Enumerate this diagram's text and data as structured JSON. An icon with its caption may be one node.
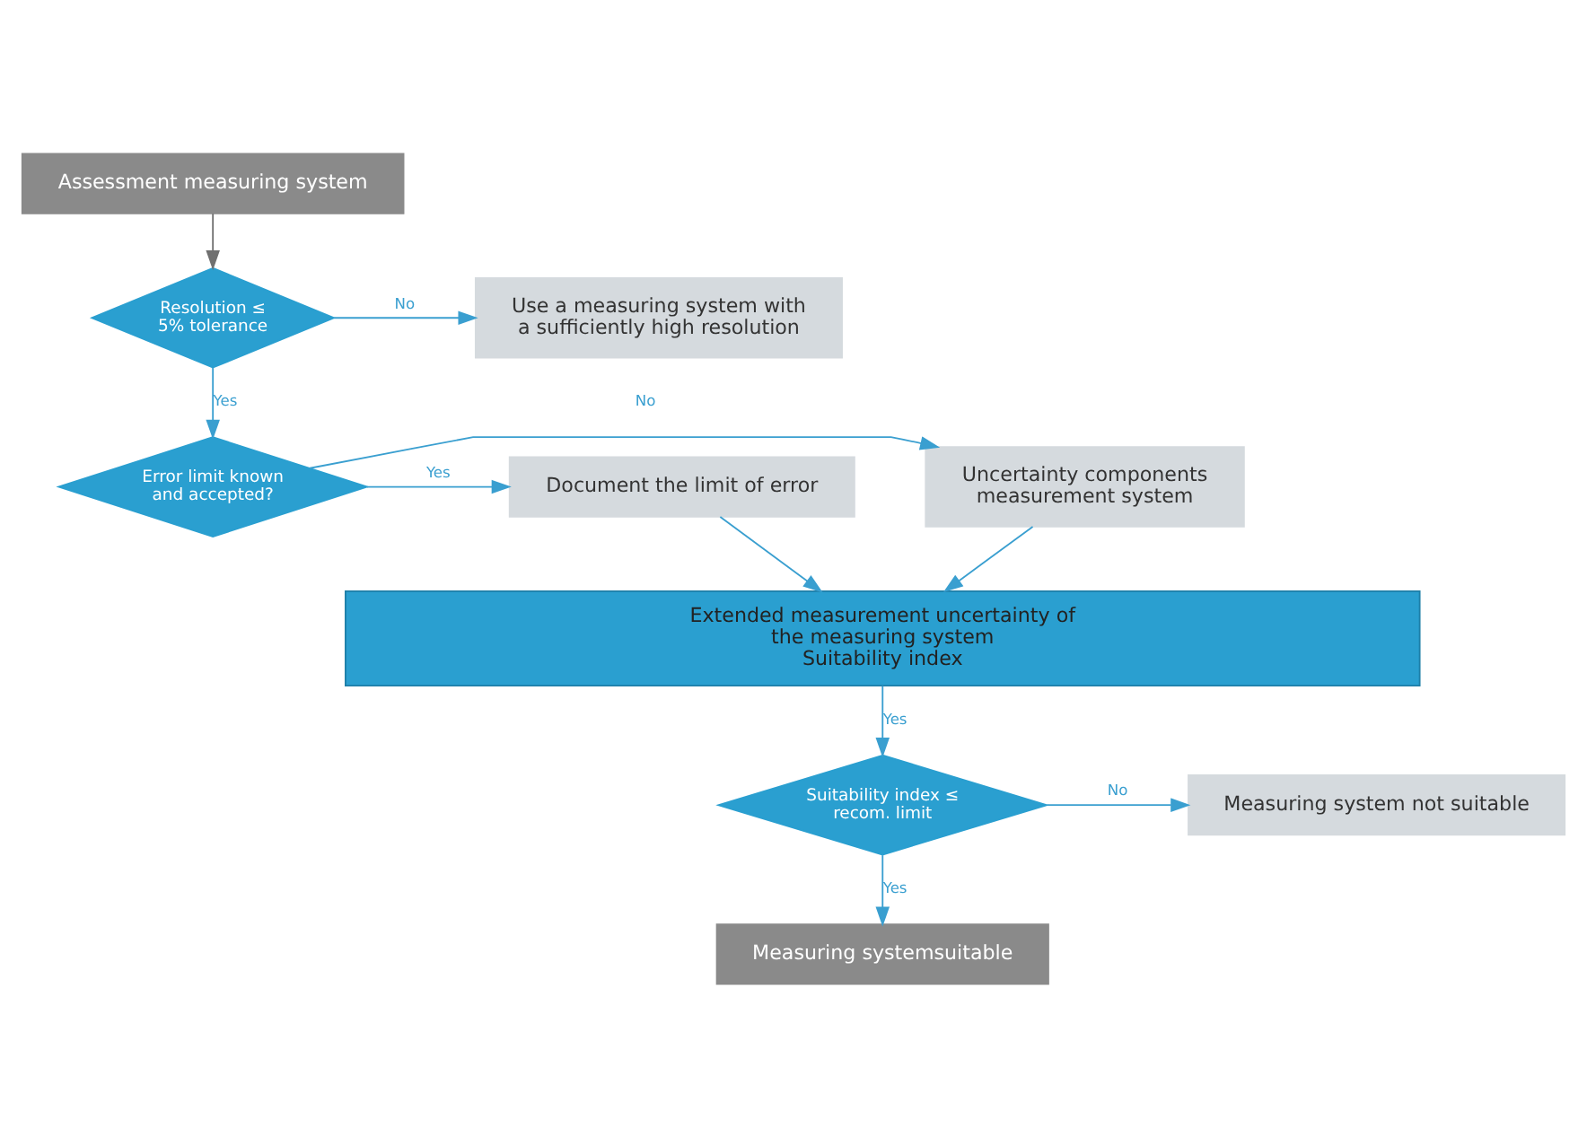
{
  "diagram": {
    "nodes": [
      {
        "text": [
          "Assessment measuring system"
        ]
      },
      {
        "text": [
          "Resolution ≤ 5% tolerance"
        ]
      },
      {
        "text": [
          "Use a measuring system with a sufficiently high resolution"
        ]
      },
      {
        "text": [
          "Error limit known and accepted?"
        ]
      },
      {
        "text": [
          "Uncertainty components measurement system"
        ]
      },
      {
        "text": [
          "Document the limit of error"
        ]
      },
      {
        "text": [
          "Extended measurement uncertainty of the measuring system",
          "Suitability index"
        ]
      },
      {
        "text": [
          "Suitability index ≤ recom. limit"
        ]
      },
      {
        "text": [
          "Measuring system not suitable"
        ]
      },
      {
        "text": [
          "Measuring systemsuitable"
        ]
      }
    ],
    "edges": [
      {
        "from": 0,
        "to": 1,
        "arrow": "to",
        "color": "#707070"
      },
      {
        "from": 1,
        "to": 2,
        "arrow": "to",
        "label": "No"
      },
      {
        "from": 1,
        "to": 3,
        "arrow": "to",
        "label": "Yes"
      },
      {
        "from": 3,
        "to": 4,
        "arrow": "to",
        "label": "No"
      },
      {
        "from": 3,
        "to": 5,
        "arrow": "to",
        "label": "Yes"
      },
      {
        "from": 4,
        "to": 6,
        "arrow": "to"
      },
      {
        "from": 5,
        "to": 6,
        "arrow": "to"
      },
      {
        "from": 6,
        "to": 7,
        "arrow": "to",
        "label": "Yes"
      },
      {
        "from": 7,
        "to": 8,
        "arrow": "to",
        "label": "No"
      },
      {
        "from": 7,
        "to": 9,
        "arrow": "to",
        "label": "Yes"
      }
    ]
  }
}
